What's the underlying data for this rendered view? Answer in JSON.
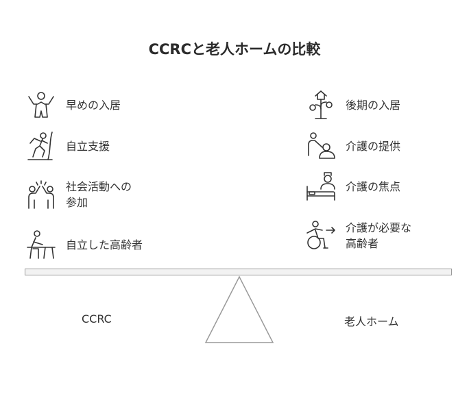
{
  "title": "CCRCと老人ホームの比較",
  "left": {
    "label": "CCRC",
    "items": [
      {
        "icon": "cheering-child-icon",
        "lines": [
          "早めの入居"
        ]
      },
      {
        "icon": "climbing-person-icon",
        "lines": [
          "自立支援"
        ]
      },
      {
        "icon": "high-five-people-icon",
        "lines": [
          "社会活動への",
          "参加"
        ]
      },
      {
        "icon": "person-at-desk-icon",
        "lines": [
          "自立した高齢者"
        ]
      }
    ]
  },
  "right": {
    "label": "老人ホーム",
    "items": [
      {
        "icon": "house-tree-icon",
        "lines": [
          "後期の入居"
        ]
      },
      {
        "icon": "caregiver-hug-icon",
        "lines": [
          "介護の提供"
        ]
      },
      {
        "icon": "nurse-bed-icon",
        "lines": [
          "介護の焦点"
        ]
      },
      {
        "icon": "wheelchair-icon",
        "lines": [
          "介護が必要な",
          "高齢者"
        ]
      }
    ]
  },
  "colors": {
    "stroke": "#333333",
    "beam_fill": "#f2f2f2",
    "beam_border": "#9a9a9a"
  }
}
